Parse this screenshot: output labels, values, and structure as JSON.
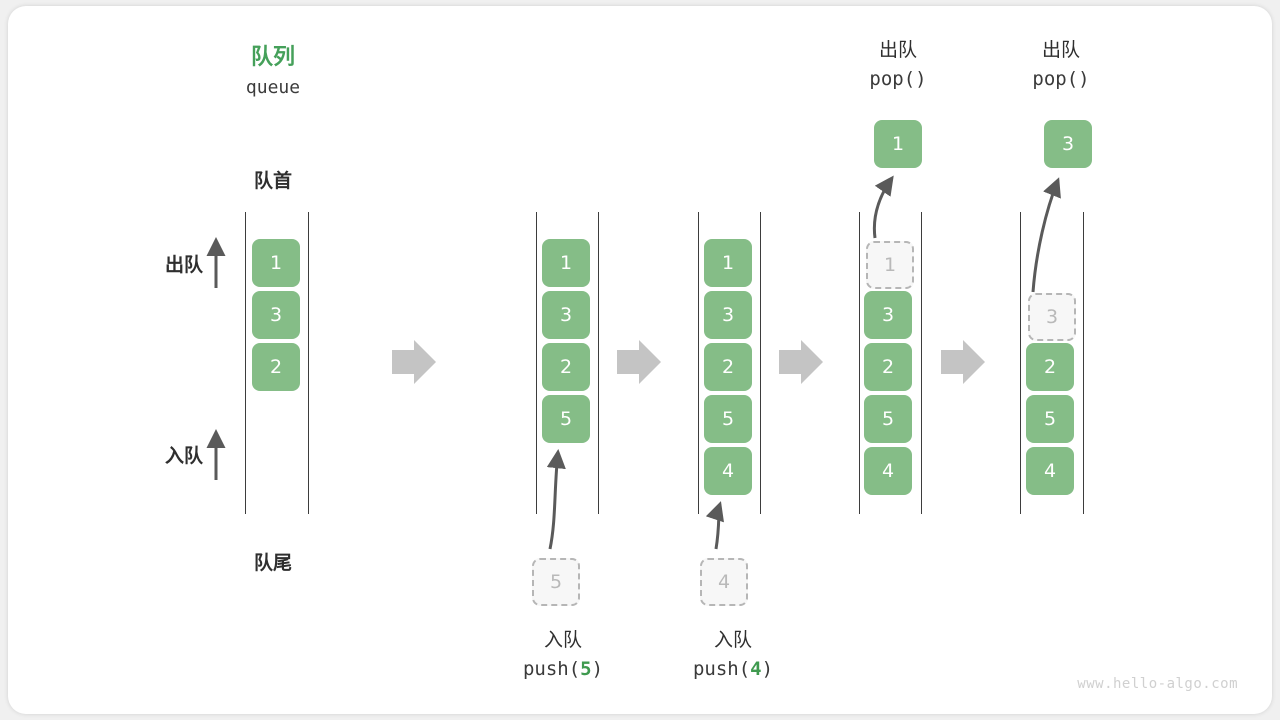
{
  "page": {
    "title_cn": "队列",
    "title_en": "queue",
    "head_label": "队首",
    "tail_label": "队尾",
    "dequeue_label": "出队",
    "enqueue_label": "入队",
    "watermark": "www.hello-algo.com",
    "accent_green": "#85bd87",
    "title_green": "#45a05a",
    "ghost_gray": "#b9b9b9",
    "arrow_gray": "#5a5a5a",
    "step_arrow_gray": "#c4c4c4"
  },
  "stages": [
    {
      "name": "initial-queue",
      "items": [
        "1",
        "3",
        "2"
      ],
      "ghost_top": null,
      "ghost_bottom": null,
      "caption_cn": null,
      "caption_code": null,
      "popped": null
    },
    {
      "name": "after-push-5",
      "items": [
        "1",
        "3",
        "2",
        "5"
      ],
      "ghost_top": null,
      "ghost_bottom": "5",
      "caption_cn": "入队",
      "caption_code_prefix": "push(",
      "caption_code_num": "5",
      "caption_code_suffix": ")",
      "popped": null
    },
    {
      "name": "after-push-4",
      "items": [
        "1",
        "3",
        "2",
        "5",
        "4"
      ],
      "ghost_top": null,
      "ghost_bottom": "4",
      "caption_cn": "入队",
      "caption_code_prefix": "push(",
      "caption_code_num": "4",
      "caption_code_suffix": ")",
      "popped": null
    },
    {
      "name": "after-pop-1",
      "items": [
        "3",
        "2",
        "5",
        "4"
      ],
      "ghost_top": "1",
      "ghost_bottom": null,
      "caption_cn": null,
      "caption_code": null,
      "popped": "1",
      "pop_label_cn": "出队",
      "pop_label_code": "pop()"
    },
    {
      "name": "after-pop-3",
      "items": [
        "2",
        "5",
        "4"
      ],
      "ghost_top": "3",
      "ghost_bottom": null,
      "caption_cn": null,
      "caption_code": null,
      "popped": "3",
      "pop_label_cn": "出队",
      "pop_label_code": "pop()"
    }
  ]
}
